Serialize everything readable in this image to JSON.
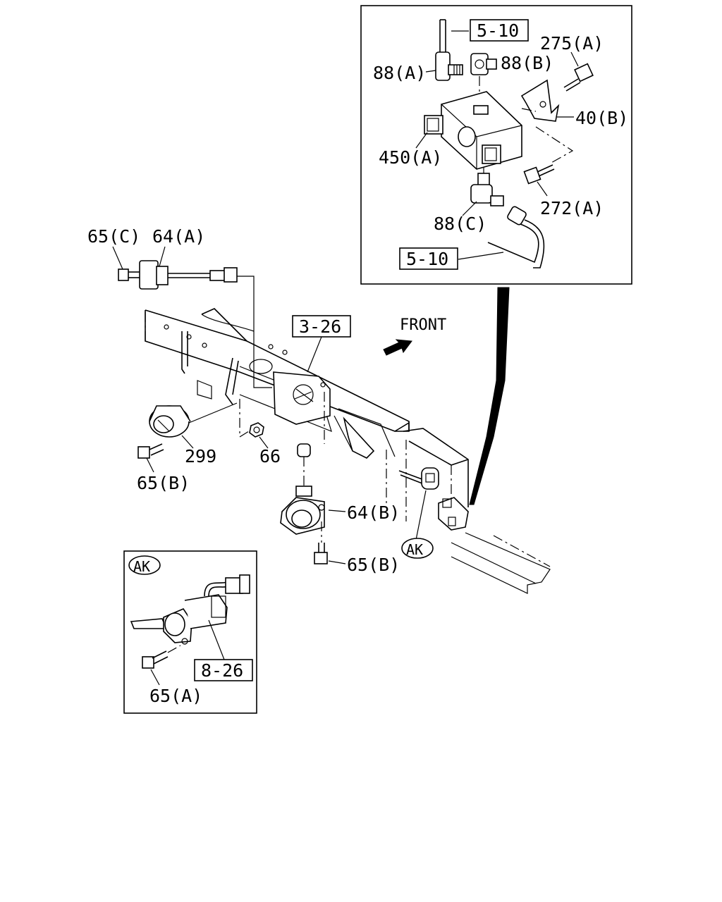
{
  "labels": {
    "ref_5_10_top": "5-10",
    "ref_5_10_bottom": "5-10",
    "ref_3_26": "3-26",
    "ref_8_26": "8-26",
    "p_88a": "88(A)",
    "p_88b": "88(B)",
    "p_88c": "88(C)",
    "p_275a": "275(A)",
    "p_40b": "40(B)",
    "p_450a": "450(A)",
    "p_272a": "272(A)",
    "p_65c": "65(C)",
    "p_64a": "64(A)",
    "p_64b": "64(B)",
    "p_299": "299",
    "p_66": "66",
    "p_65b_left": "65(B)",
    "p_65b_bottom": "65(B)",
    "p_65a": "65(A)",
    "ak_callout": "AK",
    "ak_detail": "AK",
    "front": "FRONT"
  }
}
